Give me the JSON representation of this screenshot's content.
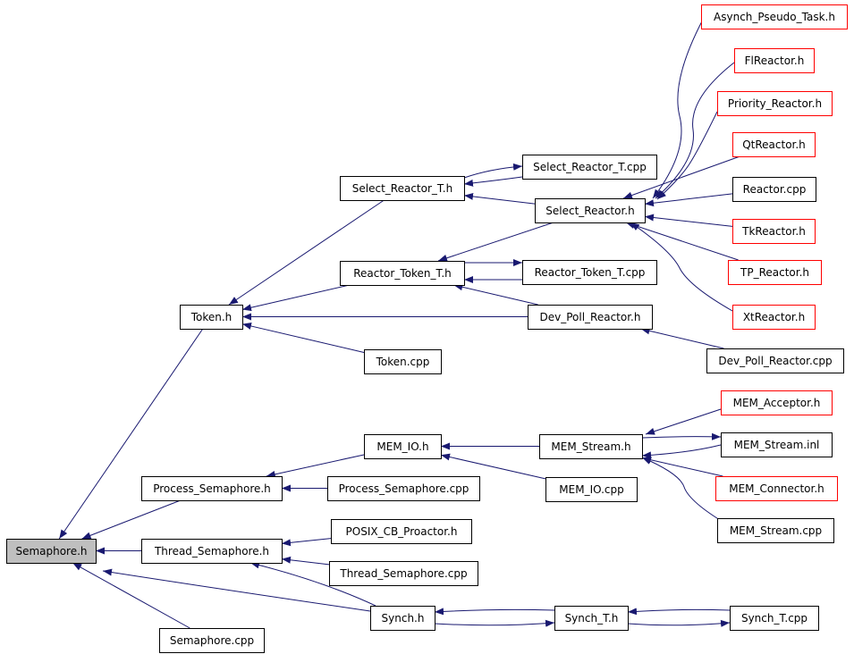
{
  "colors": {
    "edge": "#191970",
    "normal_border": "#000000",
    "incomplete_border": "#ff0000",
    "root_fill": "#bfbfbf",
    "node_fill": "#ffffff"
  },
  "nodes": [
    {
      "id": "semaphore_h",
      "label": "Semaphore.h",
      "kind": "root"
    },
    {
      "id": "semaphore_cpp",
      "label": "Semaphore.cpp",
      "kind": "normal"
    },
    {
      "id": "process_semaphore_h",
      "label": "Process_Semaphore.h",
      "kind": "normal"
    },
    {
      "id": "process_semaphore_cpp",
      "label": "Process_Semaphore.cpp",
      "kind": "normal"
    },
    {
      "id": "thread_semaphore_h",
      "label": "Thread_Semaphore.h",
      "kind": "normal"
    },
    {
      "id": "thread_semaphore_cpp",
      "label": "Thread_Semaphore.cpp",
      "kind": "normal"
    },
    {
      "id": "posix_cb_proactor_h",
      "label": "POSIX_CB_Proactor.h",
      "kind": "normal"
    },
    {
      "id": "synch_h",
      "label": "Synch.h",
      "kind": "normal"
    },
    {
      "id": "synch_t_h",
      "label": "Synch_T.h",
      "kind": "normal"
    },
    {
      "id": "synch_t_cpp",
      "label": "Synch_T.cpp",
      "kind": "normal"
    },
    {
      "id": "token_h",
      "label": "Token.h",
      "kind": "normal"
    },
    {
      "id": "token_cpp",
      "label": "Token.cpp",
      "kind": "normal"
    },
    {
      "id": "select_reactor_t_h",
      "label": "Select_Reactor_T.h",
      "kind": "normal"
    },
    {
      "id": "select_reactor_t_cpp",
      "label": "Select_Reactor_T.cpp",
      "kind": "normal"
    },
    {
      "id": "select_reactor_h",
      "label": "Select_Reactor.h",
      "kind": "normal"
    },
    {
      "id": "reactor_token_t_h",
      "label": "Reactor_Token_T.h",
      "kind": "normal"
    },
    {
      "id": "reactor_token_t_cpp",
      "label": "Reactor_Token_T.cpp",
      "kind": "normal"
    },
    {
      "id": "dev_poll_reactor_h",
      "label": "Dev_Poll_Reactor.h",
      "kind": "normal"
    },
    {
      "id": "dev_poll_reactor_cpp",
      "label": "Dev_Poll_Reactor.cpp",
      "kind": "normal"
    },
    {
      "id": "asynch_pseudo_task_h",
      "label": "Asynch_Pseudo_Task.h",
      "kind": "incomplete"
    },
    {
      "id": "flreactor_h",
      "label": "FlReactor.h",
      "kind": "incomplete"
    },
    {
      "id": "priority_reactor_h",
      "label": "Priority_Reactor.h",
      "kind": "incomplete"
    },
    {
      "id": "qtreactor_h",
      "label": "QtReactor.h",
      "kind": "incomplete"
    },
    {
      "id": "reactor_cpp",
      "label": "Reactor.cpp",
      "kind": "normal"
    },
    {
      "id": "tkreactor_h",
      "label": "TkReactor.h",
      "kind": "incomplete"
    },
    {
      "id": "tp_reactor_h",
      "label": "TP_Reactor.h",
      "kind": "incomplete"
    },
    {
      "id": "xtreactor_h",
      "label": "XtReactor.h",
      "kind": "incomplete"
    },
    {
      "id": "mem_io_h",
      "label": "MEM_IO.h",
      "kind": "normal"
    },
    {
      "id": "mem_io_cpp",
      "label": "MEM_IO.cpp",
      "kind": "normal"
    },
    {
      "id": "mem_stream_h",
      "label": "MEM_Stream.h",
      "kind": "normal"
    },
    {
      "id": "mem_acceptor_h",
      "label": "MEM_Acceptor.h",
      "kind": "incomplete"
    },
    {
      "id": "mem_stream_inl",
      "label": "MEM_Stream.inl",
      "kind": "normal"
    },
    {
      "id": "mem_connector_h",
      "label": "MEM_Connector.h",
      "kind": "incomplete"
    },
    {
      "id": "mem_stream_cpp",
      "label": "MEM_Stream.cpp",
      "kind": "normal"
    }
  ],
  "edges": [
    [
      "semaphore_cpp",
      "semaphore_h"
    ],
    [
      "process_semaphore_h",
      "semaphore_h"
    ],
    [
      "thread_semaphore_h",
      "semaphore_h"
    ],
    [
      "synch_h",
      "semaphore_h"
    ],
    [
      "token_h",
      "semaphore_h"
    ],
    [
      "process_semaphore_cpp",
      "process_semaphore_h"
    ],
    [
      "mem_io_h",
      "process_semaphore_h"
    ],
    [
      "thread_semaphore_cpp",
      "thread_semaphore_h"
    ],
    [
      "posix_cb_proactor_h",
      "thread_semaphore_h"
    ],
    [
      "synch_h",
      "thread_semaphore_h"
    ],
    [
      "synch_t_h",
      "synch_h"
    ],
    [
      "synch_h",
      "synch_t_h"
    ],
    [
      "synch_t_cpp",
      "synch_t_h"
    ],
    [
      "synch_t_h",
      "synch_t_cpp"
    ],
    [
      "token_cpp",
      "token_h"
    ],
    [
      "select_reactor_t_h",
      "token_h"
    ],
    [
      "reactor_token_t_h",
      "token_h"
    ],
    [
      "dev_poll_reactor_h",
      "token_h"
    ],
    [
      "select_reactor_t_cpp",
      "select_reactor_t_h"
    ],
    [
      "select_reactor_t_h",
      "select_reactor_t_cpp"
    ],
    [
      "select_reactor_h",
      "select_reactor_t_h"
    ],
    [
      "select_reactor_h",
      "reactor_token_t_h"
    ],
    [
      "reactor_token_t_cpp",
      "reactor_token_t_h"
    ],
    [
      "reactor_token_t_h",
      "reactor_token_t_cpp"
    ],
    [
      "dev_poll_reactor_h",
      "reactor_token_t_h"
    ],
    [
      "dev_poll_reactor_cpp",
      "dev_poll_reactor_h"
    ],
    [
      "asynch_pseudo_task_h",
      "select_reactor_h"
    ],
    [
      "flreactor_h",
      "select_reactor_h"
    ],
    [
      "priority_reactor_h",
      "select_reactor_h"
    ],
    [
      "qtreactor_h",
      "select_reactor_h"
    ],
    [
      "reactor_cpp",
      "select_reactor_h"
    ],
    [
      "tkreactor_h",
      "select_reactor_h"
    ],
    [
      "tp_reactor_h",
      "select_reactor_h"
    ],
    [
      "xtreactor_h",
      "select_reactor_h"
    ],
    [
      "mem_stream_h",
      "mem_io_h"
    ],
    [
      "mem_io_cpp",
      "mem_io_h"
    ],
    [
      "mem_acceptor_h",
      "mem_stream_h"
    ],
    [
      "mem_stream_inl",
      "mem_stream_h"
    ],
    [
      "mem_stream_h",
      "mem_stream_inl"
    ],
    [
      "mem_connector_h",
      "mem_stream_h"
    ],
    [
      "mem_stream_cpp",
      "mem_stream_h"
    ]
  ]
}
